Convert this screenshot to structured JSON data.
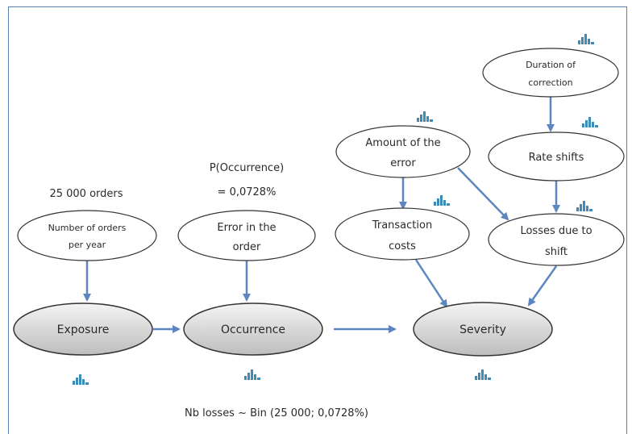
{
  "diagram": {
    "top_annotations": {
      "orders": "25 000 orders",
      "probability_line1": "P(Occurrence)",
      "probability_line2": "= 0,0728%"
    },
    "nodes": {
      "number_of_orders": [
        "Number of orders",
        "per year"
      ],
      "error_in_order": [
        "Error in the",
        "order"
      ],
      "amount_of_error": [
        "Amount of the",
        "error"
      ],
      "duration_of_correction": [
        "Duration of",
        "correction"
      ],
      "rate_shifts": [
        "Rate shifts"
      ],
      "transaction_costs": [
        "Transaction",
        "costs"
      ],
      "losses_due_to_shift": [
        "Losses due to",
        "shift"
      ],
      "exposure": [
        "Exposure"
      ],
      "occurrence": [
        "Occurrence"
      ],
      "severity": [
        "Severity"
      ]
    },
    "formula": "Nb losses ~ Bin (25 000; 0,0728%)",
    "colors": {
      "arrow": "#5b86bf",
      "frame": "#5b7fb3",
      "grey_node": "#d7d7d7",
      "histogram_icon": "#3b8db8"
    }
  }
}
